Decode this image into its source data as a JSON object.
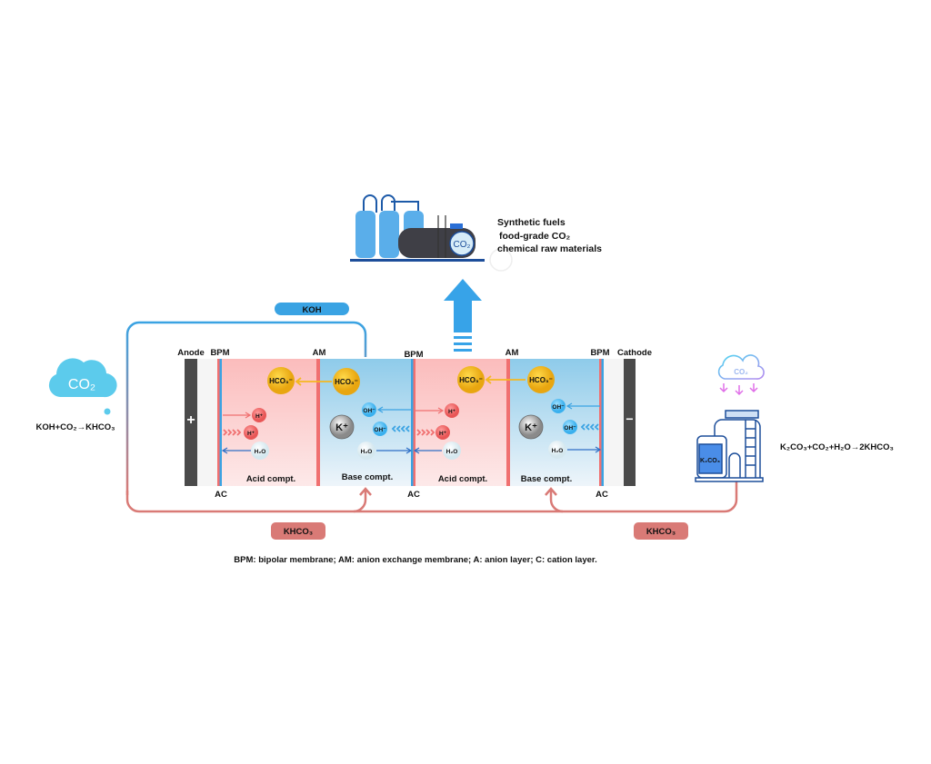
{
  "products": {
    "tank_label": "CO₂",
    "lines": [
      "Synthetic fuels",
      "food-grade CO₂",
      "chemical raw materials"
    ]
  },
  "left": {
    "cloud_label": "CO₂",
    "equation": "KOH+CO₂→KHCO₃"
  },
  "right": {
    "cloud_label": "CO₂",
    "tank_label": "K₂CO₃",
    "equation": "K₂CO₃+CO₂+H₂O→2KHCO₃"
  },
  "streams": {
    "koh": "KOH",
    "khco3_left": "KHCO₃",
    "khco3_right": "KHCO₃"
  },
  "cell": {
    "electrodes": {
      "anode": "Anode",
      "cathode": "Cathode",
      "anode_sign": "+",
      "cathode_sign": "−"
    },
    "membranes": [
      "BPM",
      "AM",
      "BPM",
      "AM",
      "BPM"
    ],
    "layer_labels": [
      "AC",
      "AC",
      "AC"
    ],
    "compartments": [
      "Acid compt.",
      "Base compt.",
      "Acid compt.",
      "Base compt."
    ],
    "ions": {
      "hco3": "HCO₃⁻",
      "h": "H⁺",
      "h2o": "H₂O",
      "oh": "OH⁻",
      "k": "K⁺"
    }
  },
  "legend": "BPM: bipolar membrane;  AM: anion exchange membrane;  A: anion layer;  C: cation layer.",
  "colors": {
    "blue": "#3aa3e3",
    "red": "#f07070",
    "pink": "#fcc8c8",
    "khco3": "#d97a76",
    "yellow": "#f5b820",
    "electrode": "#4a4a4a"
  }
}
